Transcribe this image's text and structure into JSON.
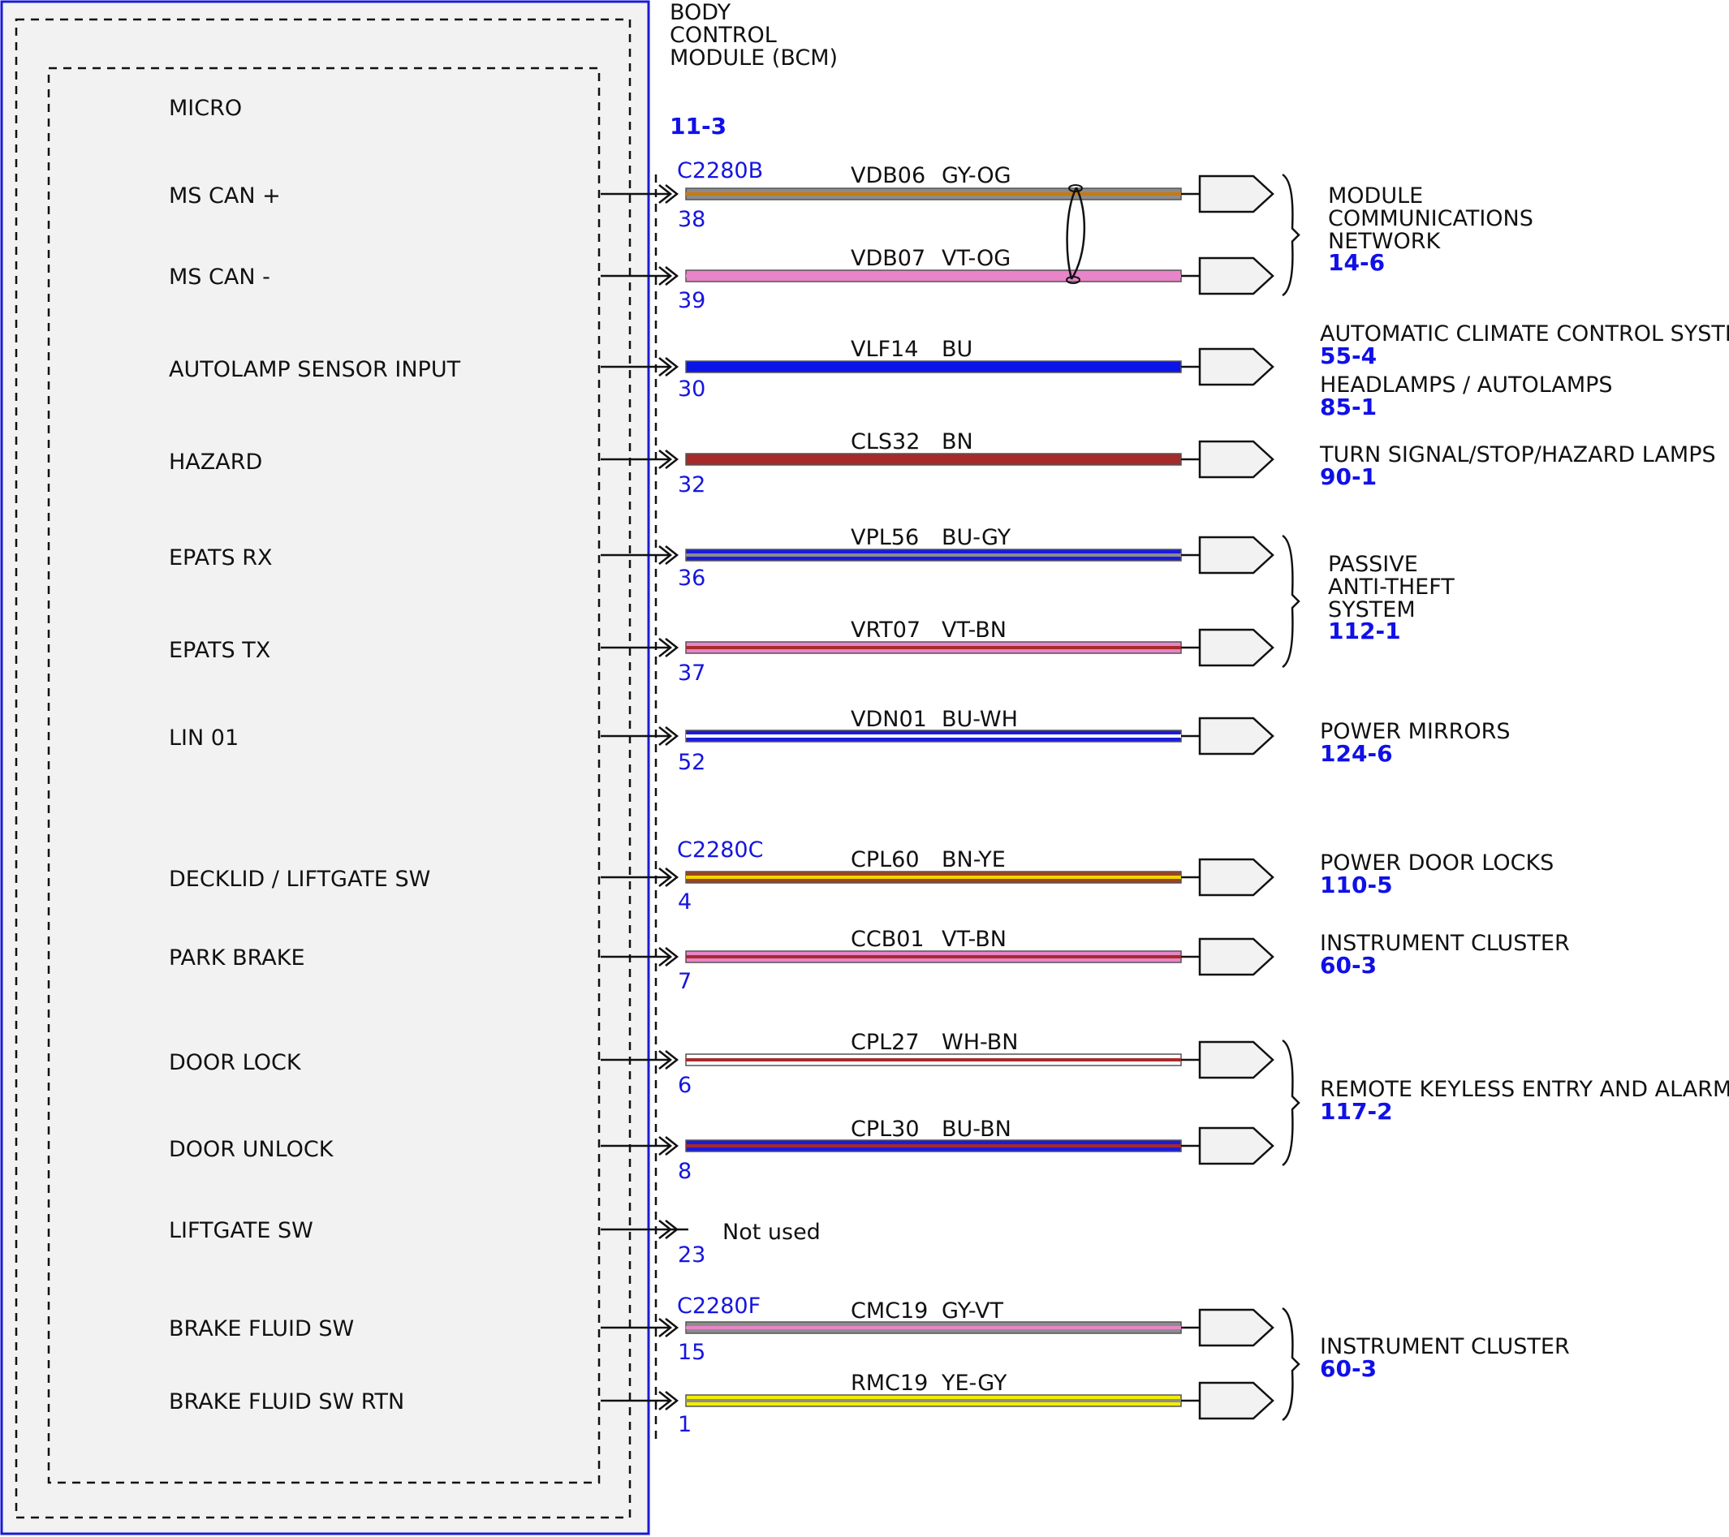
{
  "module": {
    "title_lines": [
      "BODY",
      "CONTROL",
      "MODULE (BCM)"
    ],
    "page_ref": "11-3",
    "inner_block": "MICRO"
  },
  "colors": {
    "ref_blue": "#1010e8",
    "pin_blue": "#1515e0",
    "module_border": "#1a1ad8",
    "module_fill": "#f2f2f2"
  },
  "connectors": [
    "C2280B",
    "C2280C",
    "C2280F"
  ],
  "pins": [
    {
      "signal": "MS CAN +",
      "pin": "38",
      "connector": "C2280B",
      "circuit": "VDB06",
      "wire_color": "GY-OG",
      "wire_colors": [
        "#8c8c8c",
        "#c87a10"
      ]
    },
    {
      "signal": "MS CAN -",
      "pin": "39",
      "connector": "",
      "circuit": "VDB07",
      "wire_color": "VT-OG",
      "wire_colors": [
        "#e884c8",
        "#e884c8"
      ]
    },
    {
      "signal": "AUTOLAMP SENSOR INPUT",
      "pin": "30",
      "connector": "",
      "circuit": "VLF14",
      "wire_color": "BU",
      "wire_colors": [
        "#0a14e6"
      ]
    },
    {
      "signal": "HAZARD",
      "pin": "32",
      "connector": "",
      "circuit": "CLS32",
      "wire_color": "BN",
      "wire_colors": [
        "#a52a2a"
      ]
    },
    {
      "signal": "EPATS RX",
      "pin": "36",
      "connector": "",
      "circuit": "VPL56",
      "wire_color": "BU-GY",
      "wire_colors": [
        "#1a1ae0",
        "#8c8c8c"
      ]
    },
    {
      "signal": "EPATS TX",
      "pin": "37",
      "connector": "",
      "circuit": "VRT07",
      "wire_color": "VT-BN",
      "wire_colors": [
        "#e884c8",
        "#a52a2a"
      ]
    },
    {
      "signal": "LIN 01",
      "pin": "52",
      "connector": "",
      "circuit": "VDN01",
      "wire_color": "BU-WH",
      "wire_colors": [
        "#1a1ae0",
        "#ffffff"
      ]
    },
    {
      "signal": "DECKLID / LIFTGATE SW",
      "pin": "4",
      "connector": "C2280C",
      "circuit": "CPL60",
      "wire_color": "BN-YE",
      "wire_colors": [
        "#a0421c",
        "#f2d400"
      ]
    },
    {
      "signal": "PARK BRAKE",
      "pin": "7",
      "connector": "",
      "circuit": "CCB01",
      "wire_color": "VT-BN",
      "wire_colors": [
        "#e884c8",
        "#a52a2a"
      ]
    },
    {
      "signal": "DOOR LOCK",
      "pin": "6",
      "connector": "",
      "circuit": "CPL27",
      "wire_color": "WH-BN",
      "wire_colors": [
        "#ffffff",
        "#a52a2a"
      ]
    },
    {
      "signal": "DOOR UNLOCK",
      "pin": "8",
      "connector": "",
      "circuit": "CPL30",
      "wire_color": "BU-BN",
      "wire_colors": [
        "#1a1ae0",
        "#a52a2a"
      ]
    },
    {
      "signal": "LIFTGATE SW",
      "pin": "23",
      "connector": "",
      "circuit": "",
      "wire_color": "",
      "wire_colors": [],
      "note": "Not used"
    },
    {
      "signal": "BRAKE FLUID SW",
      "pin": "15",
      "connector": "C2280F",
      "circuit": "CMC19",
      "wire_color": "GY-VT",
      "wire_colors": [
        "#8c8c8c",
        "#e884c8"
      ]
    },
    {
      "signal": "BRAKE FLUID SW RTN",
      "pin": "1",
      "connector": "",
      "circuit": "RMC19",
      "wire_color": "YE-GY",
      "wire_colors": [
        "#f2ee00",
        "#8c8c8c"
      ]
    }
  ],
  "destinations": [
    {
      "title_lines": [
        "MODULE",
        "COMMUNICATIONS",
        "NETWORK"
      ],
      "ref": "14-6"
    },
    {
      "title_lines": [
        "AUTOMATIC CLIMATE CONTROL SYSTEM"
      ],
      "ref": "55-4"
    },
    {
      "title_lines": [
        "HEADLAMPS / AUTOLAMPS"
      ],
      "ref": "85-1"
    },
    {
      "title_lines": [
        "TURN SIGNAL/STOP/HAZARD LAMPS"
      ],
      "ref": "90-1"
    },
    {
      "title_lines": [
        "PASSIVE",
        "ANTI-THEFT",
        "SYSTEM"
      ],
      "ref": "112-1"
    },
    {
      "title_lines": [
        "POWER MIRRORS"
      ],
      "ref": "124-6"
    },
    {
      "title_lines": [
        "POWER DOOR LOCKS"
      ],
      "ref": "110-5"
    },
    {
      "title_lines": [
        "INSTRUMENT CLUSTER"
      ],
      "ref": "60-3"
    },
    {
      "title_lines": [
        "REMOTE KEYLESS ENTRY AND ALARM"
      ],
      "ref": "117-2"
    },
    {
      "title_lines": [
        "INSTRUMENT CLUSTER"
      ],
      "ref": "60-3"
    }
  ]
}
